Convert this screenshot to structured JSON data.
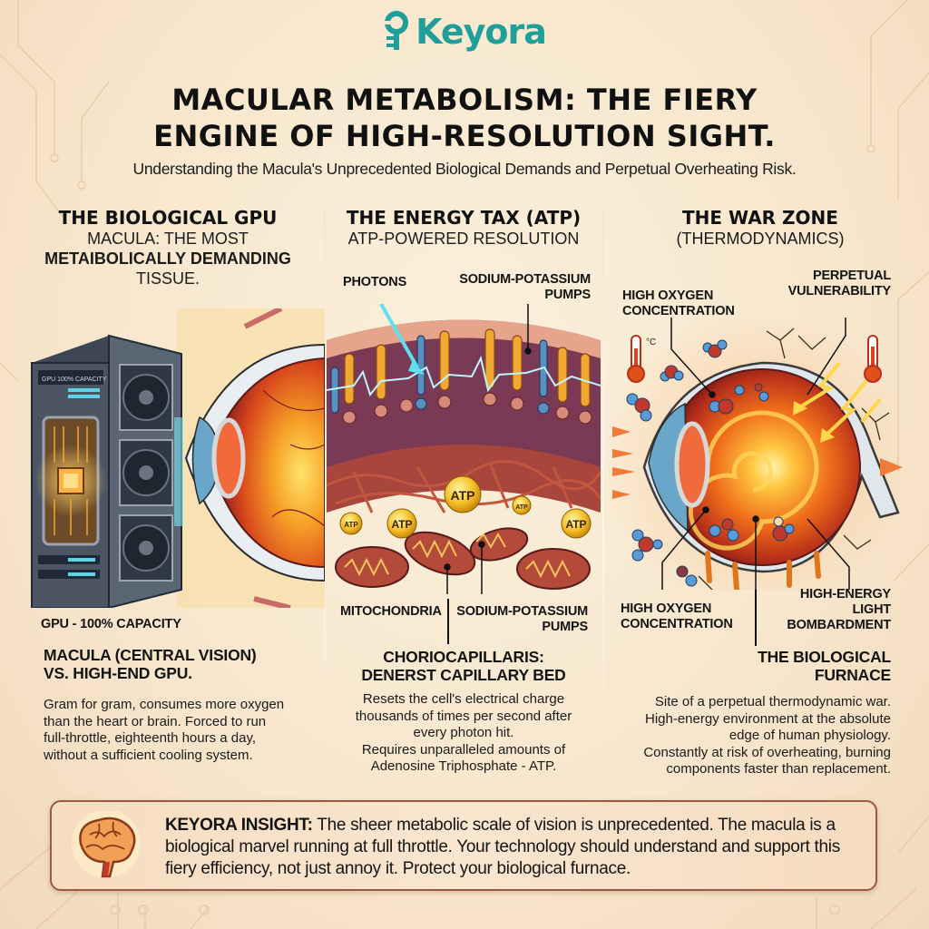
{
  "brand": {
    "logo_text": "Keyora",
    "logo_color": "#1f9e9a"
  },
  "header": {
    "title_line1": "MACULAR METABOLISM: THE FIERY",
    "title_line2": "ENGINE OF HIGH-RESOLUTION SIGHT.",
    "subtitle": "Understanding the Macula's Unprecedented Biological Demands and Perpetual Overheating Risk."
  },
  "columns": [
    {
      "heading": "THE BIOLOGICAL GPU",
      "sub_line1": "MACULA: THE MOST",
      "sub_bold": "METAIBOLICALLY DEMANDING",
      "sub_line3": "TISSUE.",
      "illustration": {
        "gpu_panel_text": "GPU 100% CAPACITY",
        "labels": [
          "GPU - 100% CAPACITY"
        ]
      },
      "section_title_line1": "MACULA (CENTRAL VISION)",
      "section_title_line2": "VS. HIGH-END GPU.",
      "body": [
        "Gram for gram, consumes more oxygen",
        "than the heart or brain. Forced to run",
        "full-throttle, eighteenth hours a day,",
        "without a sufficient cooling system."
      ]
    },
    {
      "heading": "THE ENERGY TAX (ATP)",
      "sub_line1": "ATP-POWERED RESOLUTION",
      "illustration": {
        "labels": {
          "photons": "PHOTONS",
          "pumps_top_l1": "SODIUM-POTASSIUM",
          "pumps_top_l2": "PUMPS",
          "mitochondria": "MITOCHONDRIA",
          "pumps_bottom_l1": "SODIUM-POTASSIUM",
          "pumps_bottom_l2": "PUMPS"
        },
        "atp_badges": [
          "ATP",
          "ATP",
          "ATP",
          "ATP",
          "ATP"
        ]
      },
      "section_title_line1": "CHORIOCAPILLARIS:",
      "section_title_line2": "DENERST CAPILLARY BED",
      "body": [
        "Resets the cell's electrical charge",
        "thousands of times per second after",
        "every photon hit.",
        "Requires unparalleled amounts of",
        "Adenosine Triphosphate - ATP."
      ]
    },
    {
      "heading": "THE WAR ZONE",
      "sub_line1": "(THERMODYNAMICS)",
      "illustration": {
        "labels": {
          "oxygen_top_l1": "HIGH OXYGEN",
          "oxygen_top_l2": "CONCENTRATION",
          "vuln_l1": "PERPETUAL",
          "vuln_l2": "VULNERABILITY",
          "oxygen_bottom_l1": "HIGH OXYGEN",
          "oxygen_bottom_l2": "CONCENTRATION",
          "light_l1": "HIGH-ENERGY",
          "light_l2": "LIGHT",
          "light_l3": "BOMBARDMENT"
        },
        "thermometer_unit": "°C"
      },
      "section_title_line1": "THE BIOLOGICAL",
      "section_title_line2": "FURNACE",
      "body": [
        "Site of a perpetual thermodynamic war.",
        "High-energy environment at the absolute",
        "edge of human physiology.",
        "Constantly at risk of overheating, burning",
        "components faster than replacement."
      ]
    }
  ],
  "insight": {
    "label": "KEYORA INSIGHT:",
    "text": " The sheer metabolic scale of vision is unprecedented. The macula is a biological marvel running at full throttle. Your technology should understand and support this fiery efficiency, not just annoy it. Protect your biological furnace.",
    "icon": "brain-icon"
  },
  "colors": {
    "background": "#f7e6cc",
    "accent_teal": "#1f9e9a",
    "fire_orange": "#f08a1c",
    "insight_border": "#9b5a3e"
  }
}
